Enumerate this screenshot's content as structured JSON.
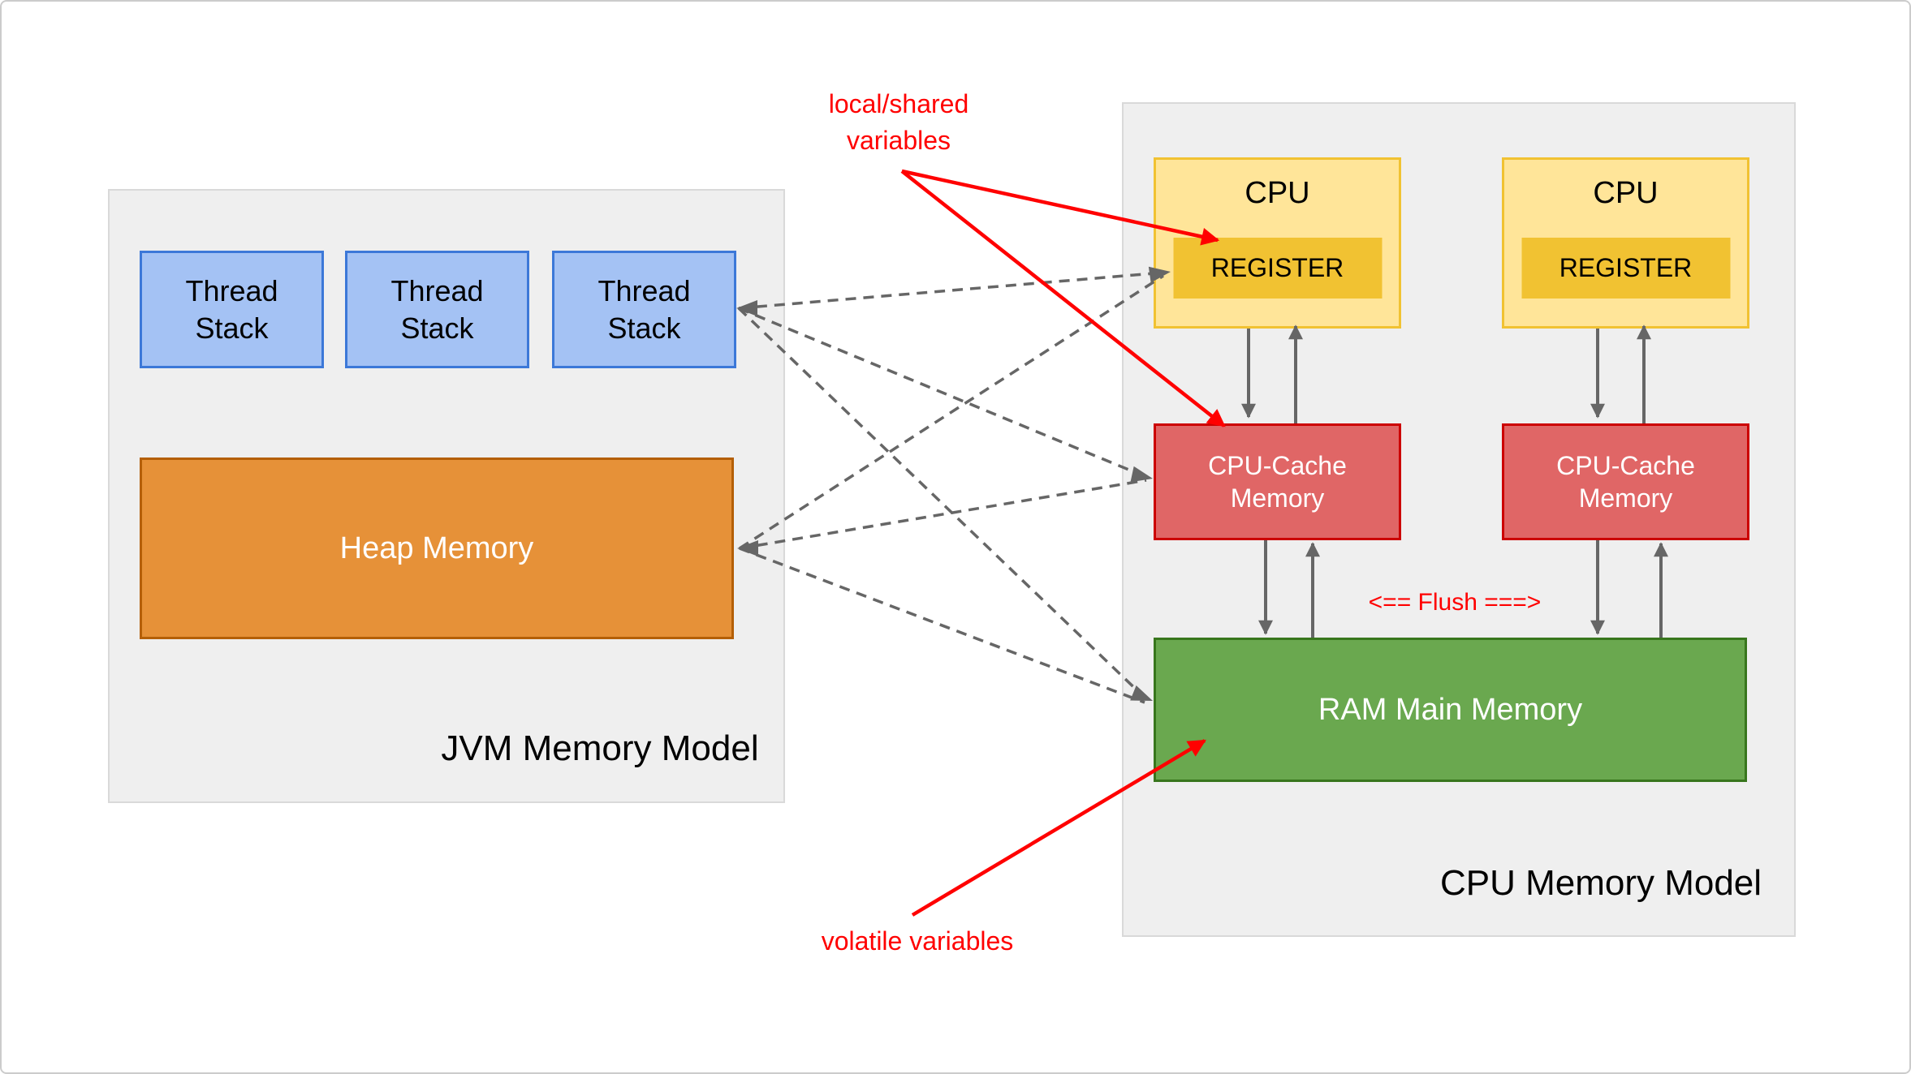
{
  "jvm": {
    "title": "JVM Memory Model",
    "thread_stacks": [
      "Thread\nStack",
      "Thread\nStack",
      "Thread\nStack"
    ],
    "heap": "Heap Memory"
  },
  "cpu": {
    "title": "CPU Memory Model",
    "units": [
      {
        "label": "CPU",
        "register": "REGISTER",
        "cache": "CPU-Cache\nMemory"
      },
      {
        "label": "CPU",
        "register": "REGISTER",
        "cache": "CPU-Cache\nMemory"
      }
    ],
    "ram": "RAM Main Memory",
    "flush": "<== Flush ===>"
  },
  "annotations": {
    "local_shared": "local/shared\nvariables",
    "volatile": "volatile variables"
  },
  "colors": {
    "panel_fill": "#efefef",
    "panel_border": "#d9d9d9",
    "thread_fill": "#a4c2f4",
    "thread_border": "#3c78d8",
    "heap_fill": "#e69138",
    "heap_border": "#b45f06",
    "cpu_fill": "#ffe599",
    "cpu_border": "#f1c232",
    "register_fill": "#f1c232",
    "cache_fill": "#e06666",
    "cache_border": "#cc0000",
    "ram_fill": "#6aa84f",
    "ram_border": "#38761d",
    "annotation": "#ff0000",
    "arrow": "#666666"
  }
}
